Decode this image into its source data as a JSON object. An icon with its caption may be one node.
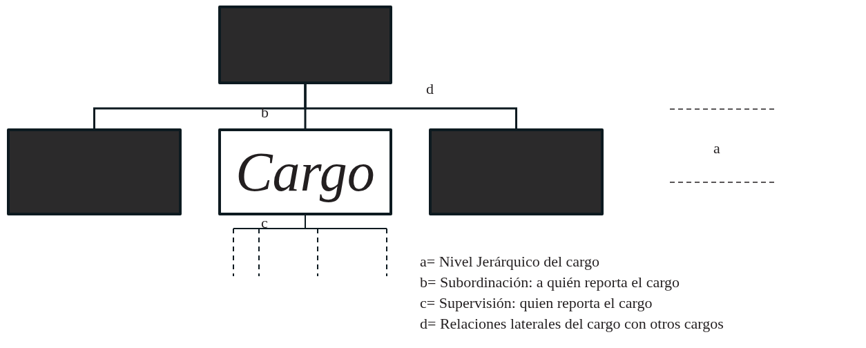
{
  "diagram": {
    "nodes": [
      {
        "text": [],
        "shape": "box"
      },
      {
        "text": [],
        "shape": "box"
      },
      {
        "text": [
          "Cargo"
        ]
      },
      {
        "text": [],
        "shape": "box"
      }
    ],
    "edges": [
      {
        "from": 0,
        "to": 1,
        "arrow": "none"
      },
      {
        "from": 0,
        "to": 2,
        "arrow": "none"
      },
      {
        "from": 0,
        "to": 3,
        "arrow": "none"
      },
      {
        "from": 2,
        "to": null,
        "arrow": "none",
        "style": "dashed"
      },
      {
        "from": 2,
        "to": null,
        "arrow": "none",
        "style": "dashed"
      },
      {
        "from": 2,
        "to": null,
        "arrow": "none",
        "style": "dashed"
      },
      {
        "from": 2,
        "to": null,
        "arrow": "none",
        "style": "dashed"
      }
    ],
    "labels": [
      "d",
      "b",
      "a",
      "c",
      "a= Nivel Jerárquico del cargo",
      "b= Subordinación: a quién reporta el cargo",
      "c= Supervisión: quien reporta el cargo",
      "d= Relaciones laterales del cargo con otros cargos"
    ]
  }
}
